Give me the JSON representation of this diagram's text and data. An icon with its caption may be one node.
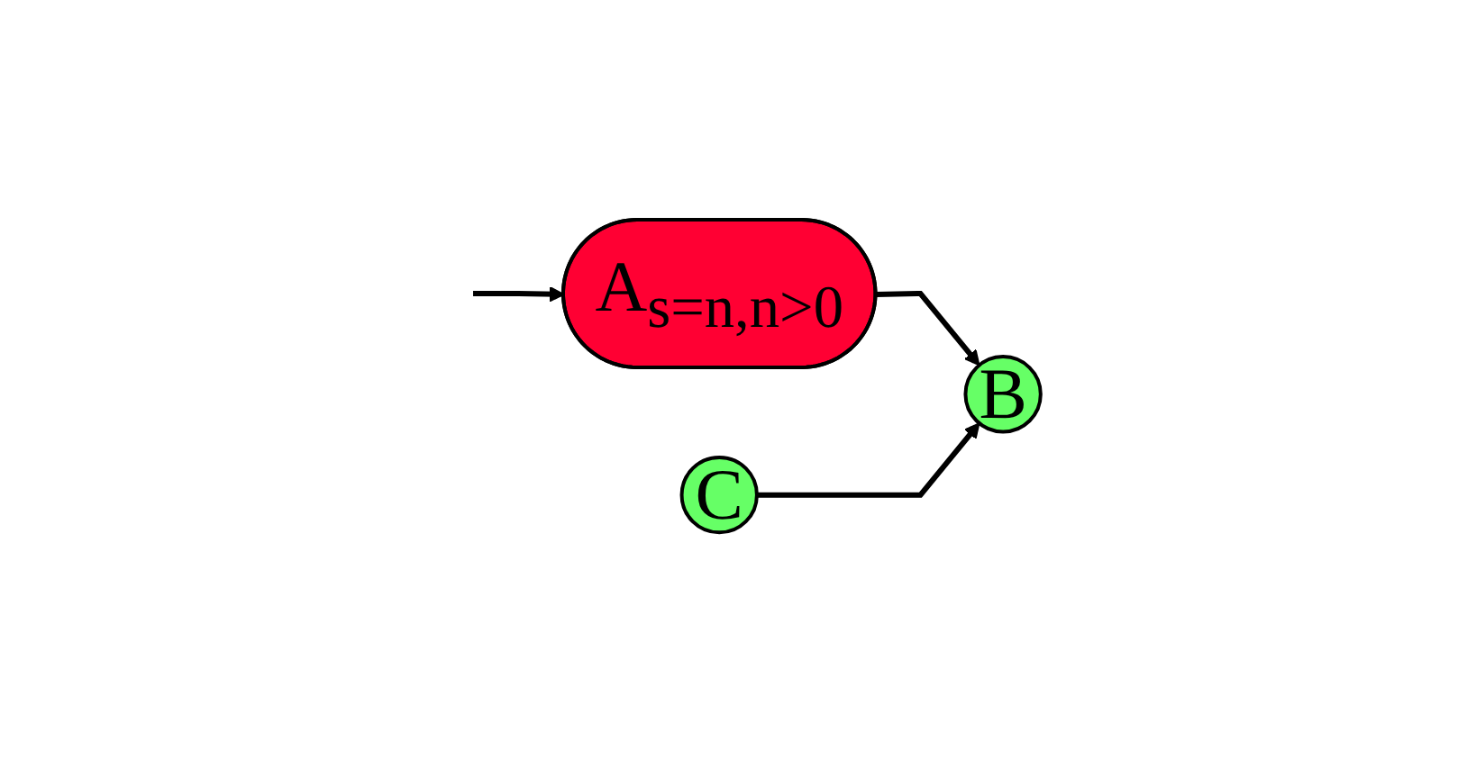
{
  "diagram": {
    "nodes": [
      {
        "text": [
          "A$_{s=n,n>0}$"
        ]
      },
      {
        "text": [
          "B"
        ]
      },
      {
        "text": [
          "C"
        ]
      }
    ],
    "edges": [
      {
        "from": null,
        "to": 0,
        "arrow": "to"
      },
      {
        "from": 0,
        "to": 1,
        "arrow": "to"
      },
      {
        "from": 2,
        "to": 1,
        "arrow": "to"
      }
    ]
  }
}
